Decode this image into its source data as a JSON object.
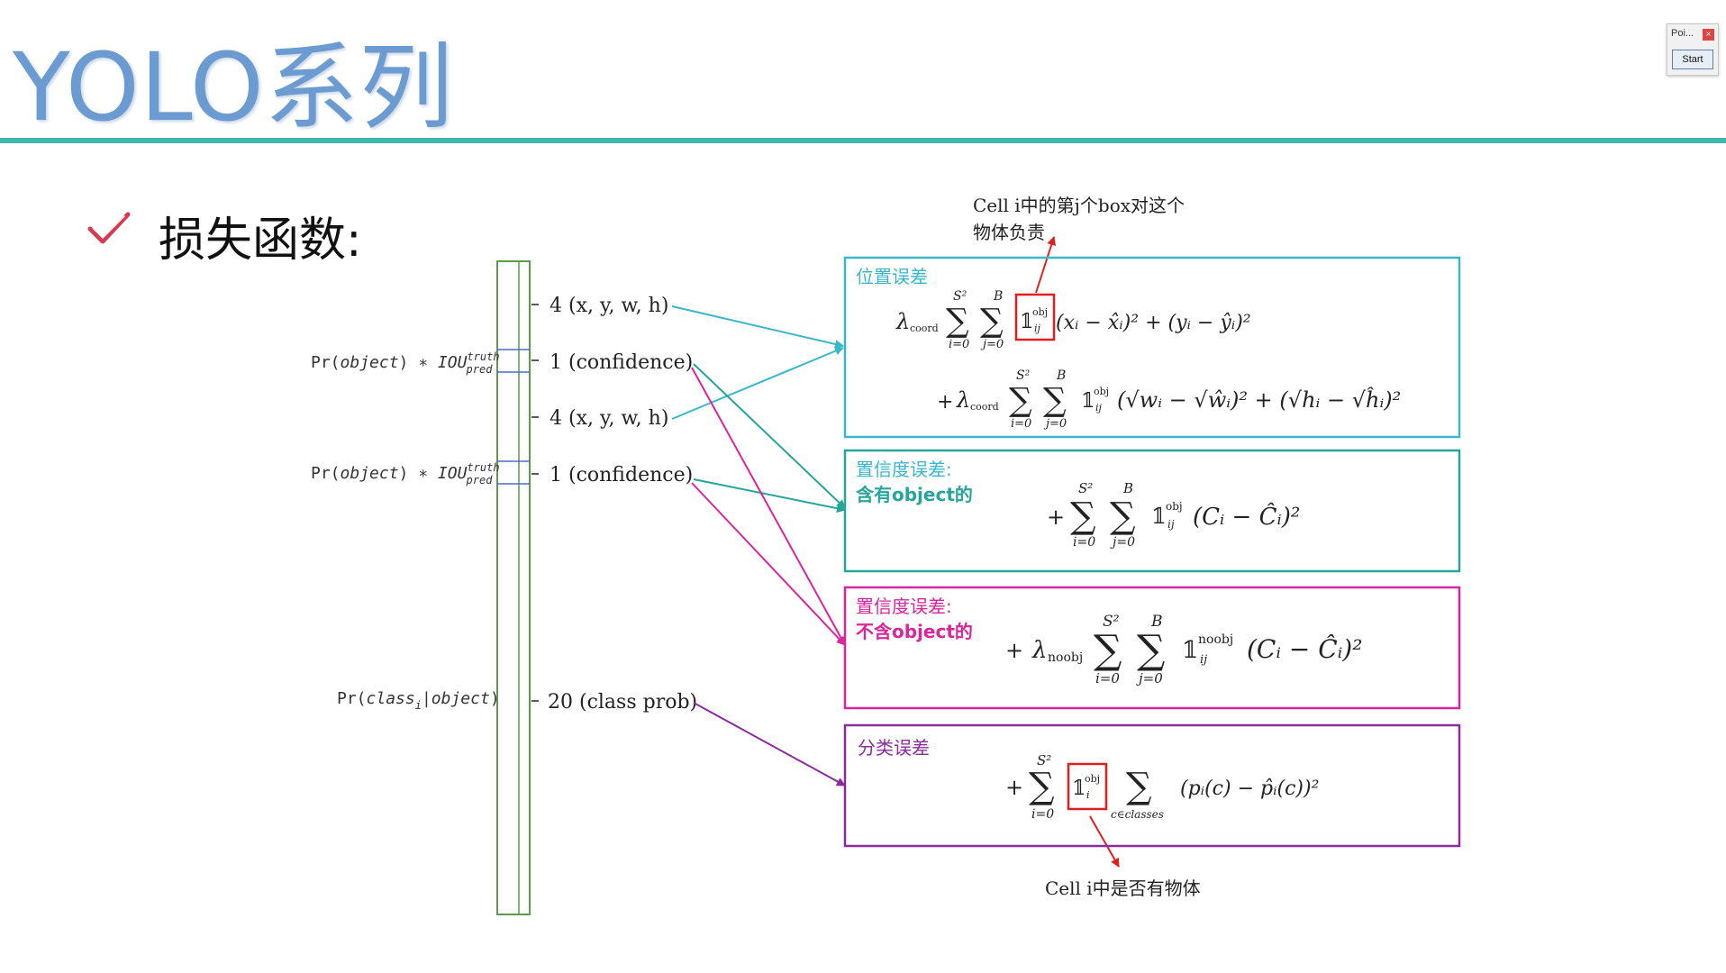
{
  "slide": {
    "title": "YOLO系列",
    "subtitle": "损失函数:"
  },
  "widget": {
    "title": "Poi...",
    "close": "×",
    "start": "Start"
  },
  "left_labels": {
    "confidence1": {
      "pre": "Pr(",
      "v1": "object",
      "mid": ") ∗ ",
      "v2": "IOU",
      "sup": "truth",
      "sub": "pred"
    },
    "confidence2": {
      "pre": "Pr(",
      "v1": "object",
      "mid": ") ∗ ",
      "v2": "IOU",
      "sup": "truth",
      "sub": "pred"
    },
    "class": {
      "pre": "Pr(",
      "v1": "class",
      "sub": "i",
      "mid": "|",
      "v2": "object",
      "post": ")"
    }
  },
  "vector_labels": {
    "box1": "4 (x, y, w, h)",
    "conf1": "1 (confidence)",
    "box2": "4 (x, y, w, h)",
    "conf2": "1 (confidence)",
    "class": "20 (class prob)"
  },
  "annotations": {
    "top_line1": "Cell i中的第j个box对这个",
    "top_line2": "物体负责",
    "bottom": "Cell i中是否有物体"
  },
  "boxes": {
    "location": {
      "label": "位置误差",
      "eq1": {
        "lambda": "λ",
        "lambda_sub": "coord",
        "sum1_top": "S²",
        "sum1_bot": "i=0",
        "sum2_top": "B",
        "sum2_bot": "j=0",
        "ind": "𝟙",
        "ind_sup": "obj",
        "ind_sub": "ij",
        "expr": "(xᵢ − x̂ᵢ)² + (yᵢ − ŷᵢ)²"
      },
      "eq2": {
        "plus": "+",
        "lambda": "λ",
        "lambda_sub": "coord",
        "sum1_top": "S²",
        "sum1_bot": "i=0",
        "sum2_top": "B",
        "sum2_bot": "j=0",
        "ind": "𝟙",
        "ind_sup": "obj",
        "ind_sub": "ij",
        "expr": "(√wᵢ − √ŵᵢ)² + (√hᵢ − √ĥᵢ)²"
      }
    },
    "conf_obj": {
      "label1": "置信度误差:",
      "label2": "含有object的",
      "eq": {
        "plus": "+",
        "sum1_top": "S²",
        "sum1_bot": "i=0",
        "sum2_top": "B",
        "sum2_bot": "j=0",
        "ind": "𝟙",
        "ind_sup": "obj",
        "ind_sub": "ij",
        "expr": "(Cᵢ − Ĉᵢ)²"
      }
    },
    "conf_noobj": {
      "label1": "置信度误差:",
      "label2": "不含object的",
      "eq": {
        "plus": "+",
        "lambda": "λ",
        "lambda_sub": "noobj",
        "sum1_top": "S²",
        "sum1_bot": "i=0",
        "sum2_top": "B",
        "sum2_bot": "j=0",
        "ind": "𝟙",
        "ind_sup": "noobj",
        "ind_sub": "ij",
        "expr": "(Cᵢ − Ĉᵢ)²"
      }
    },
    "class": {
      "label": "分类误差",
      "eq": {
        "plus": "+",
        "sum1_top": "S²",
        "sum1_bot": "i=0",
        "ind": "𝟙",
        "ind_sup": "obj",
        "ind_sub": "i",
        "sum2_bot": "c∈classes",
        "expr": "(pᵢ(c) − p̂ᵢ(c))²"
      }
    }
  },
  "colors": {
    "title": "#6b9bd0",
    "rule": "#3fb6ac",
    "check": "#d63a52",
    "box_location": "#3ab7c9",
    "box_conf_obj": "#27a59a",
    "box_conf_noobj": "#d9269a",
    "box_class": "#8a2c9c",
    "label_location": "#3ab7c9",
    "label_conf_obj": "#27a59a",
    "label_conf_noobj": "#d9269a",
    "label_class": "#8a2c9c",
    "arrow_annot": "#e02020",
    "highlight": "#e02020"
  }
}
